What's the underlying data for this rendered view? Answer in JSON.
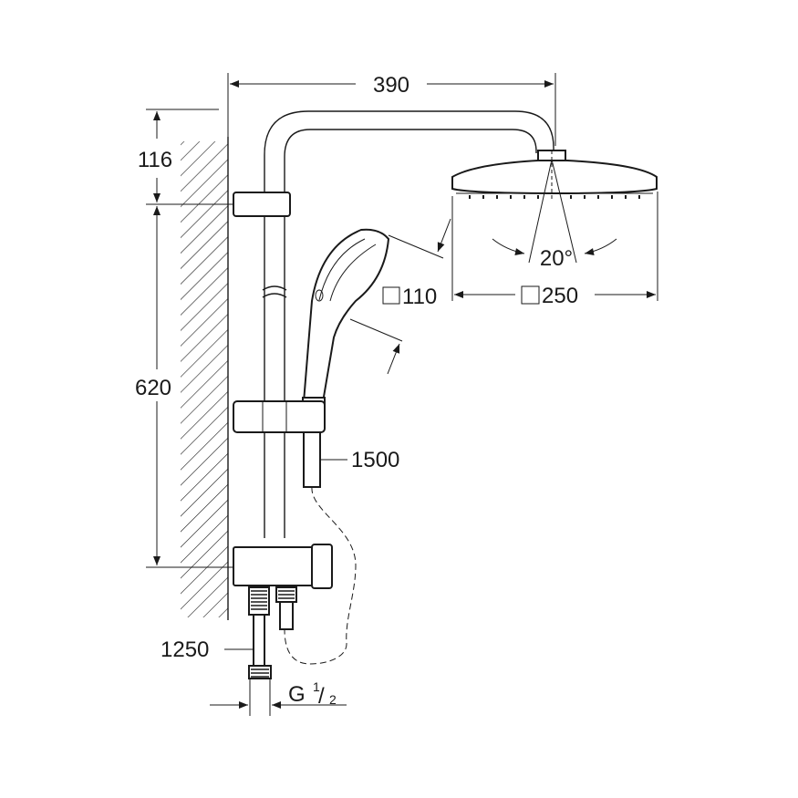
{
  "dimensions": {
    "arm_reach": "390",
    "top_offset": "116",
    "rail_spacing": "620",
    "spray_angle": "20°",
    "hand_shower_size": "110",
    "head_shower_size": "250",
    "hose_length": "1500",
    "inlet_hose_length": "1250",
    "thread": "G",
    "thread_fraction_num": "1",
    "thread_fraction_den": "2"
  },
  "icons": {
    "square_symbol": "square-outline-icon"
  }
}
